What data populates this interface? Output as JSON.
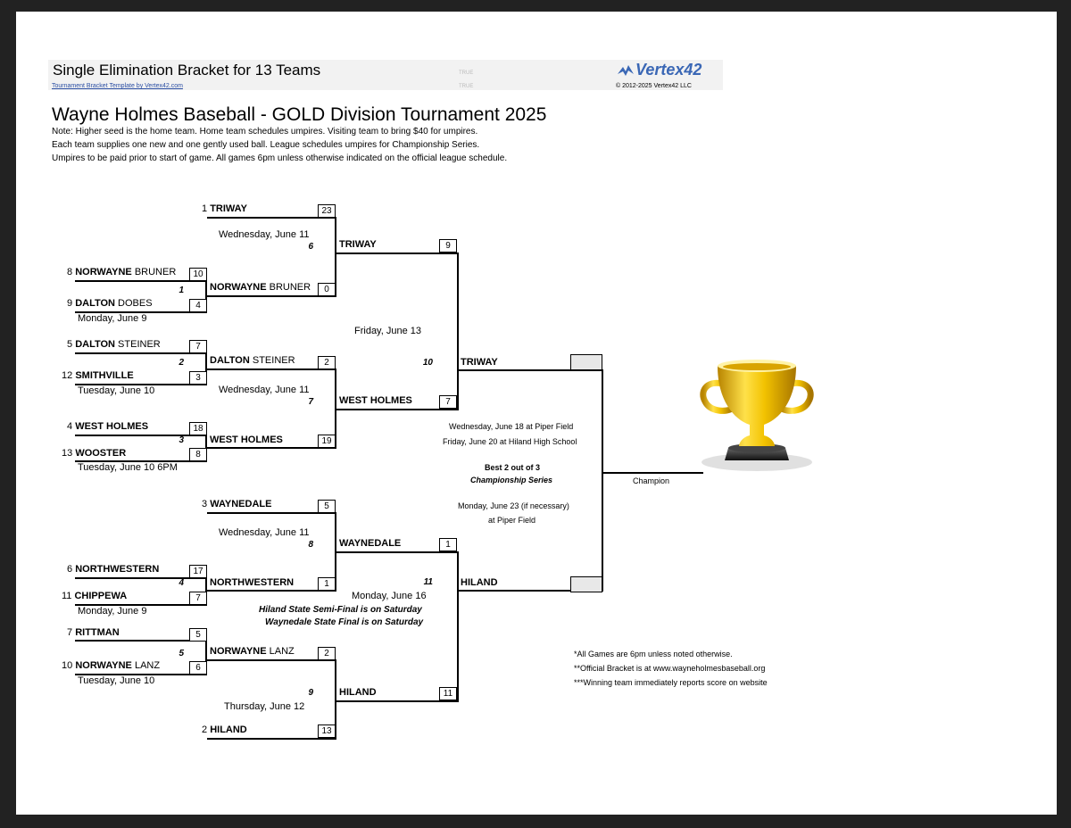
{
  "header": {
    "title": "Single Elimination Bracket for 13 Teams",
    "link": "Tournament Bracket Template by Vertex42.com",
    "true_label": "TRUE",
    "logo_text": "Vertex42",
    "copyright": "© 2012-2025 Vertex42 LLC"
  },
  "tournament": {
    "title": "Wayne Holmes Baseball - GOLD Division Tournament 2025",
    "notes": [
      "Note: Higher seed is the home team.  Home team schedules umpires.  Visiting team to bring $40 for umpires.",
      "Each team supplies one new and one gently used ball.  League schedules umpires for Championship Series.",
      "Umpires to be paid prior to start of game.  All games 6pm unless otherwise indicated on the official league schedule."
    ]
  },
  "round1": {
    "t8": {
      "seed": "8",
      "name": "NORWAYNE",
      "sub": " BRUNER",
      "score": "10"
    },
    "t9": {
      "seed": "9",
      "name": "DALTON",
      "sub": " DOBES",
      "score": "4"
    },
    "g1": {
      "num": "1",
      "date": "Monday, June 9"
    },
    "t5": {
      "seed": "5",
      "name": "DALTON",
      "sub": " STEINER",
      "score": "7"
    },
    "t12": {
      "seed": "12",
      "name": "SMITHVILLE",
      "sub": "",
      "score": "3"
    },
    "g2": {
      "num": "2",
      "date": "Tuesday, June 10"
    },
    "t4": {
      "seed": "4",
      "name": "WEST HOLMES",
      "sub": "",
      "score": "18"
    },
    "t13": {
      "seed": "13",
      "name": "WOOSTER",
      "sub": "",
      "score": "8"
    },
    "g3": {
      "num": "3",
      "date": "Tuesday, June 10 6PM"
    },
    "t6": {
      "seed": "6",
      "name": "NORTHWESTERN",
      "sub": "",
      "score": "17"
    },
    "t11": {
      "seed": "11",
      "name": "CHIPPEWA",
      "sub": "",
      "score": "7"
    },
    "g4": {
      "num": "4",
      "date": "Monday, June 9"
    },
    "t7": {
      "seed": "7",
      "name": "RITTMAN",
      "sub": "",
      "score": "5"
    },
    "t10": {
      "seed": "10",
      "name": "NORWAYNE",
      "sub": " LANZ",
      "score": "6"
    },
    "g5": {
      "num": "5",
      "date": "Tuesday, June 10"
    }
  },
  "round2": {
    "t1": {
      "seed": "1",
      "name": "TRIWAY",
      "score": "23"
    },
    "w1": {
      "name": "NORWAYNE",
      "sub": " BRUNER",
      "score": "0"
    },
    "g6": {
      "num": "6",
      "date": "Wednesday, June 11"
    },
    "w2": {
      "name": "DALTON",
      "sub": " STEINER",
      "score": "2"
    },
    "w3": {
      "name": "WEST HOLMES",
      "score": "19"
    },
    "g7": {
      "num": "7",
      "date": "Wednesday, June 11"
    },
    "t3": {
      "seed": "3",
      "name": "WAYNEDALE",
      "score": "5"
    },
    "w4": {
      "name": "NORTHWESTERN",
      "score": "1"
    },
    "g8": {
      "num": "8",
      "date": "Wednesday, June 11"
    },
    "w5": {
      "name": "NORWAYNE",
      "sub": " LANZ",
      "score": "2"
    },
    "t2": {
      "seed": "2",
      "name": "HILAND",
      "score": "13"
    },
    "g9": {
      "num": "9",
      "date": "Thursday, June 12"
    }
  },
  "round3": {
    "w6": {
      "name": "TRIWAY",
      "score": "9"
    },
    "w7": {
      "name": "WEST HOLMES",
      "score": "7"
    },
    "g10": {
      "num": "10",
      "date": "Friday, June 13"
    },
    "w8": {
      "name": "WAYNEDALE",
      "score": "1"
    },
    "w9": {
      "name": "HILAND",
      "score": "11"
    },
    "g11": {
      "num": "11",
      "date": "Monday, June 16"
    },
    "note1": "Hiland State Semi-Final is on Saturday",
    "note2": "Waynedale State Final is on Saturday"
  },
  "final": {
    "w10": {
      "name": "TRIWAY",
      "score": ""
    },
    "w11": {
      "name": "HILAND",
      "score": ""
    },
    "sched1": "Wednesday, June 18 at Piper Field",
    "sched2": "Friday, June 20 at Hiland High School",
    "best": "Best 2 out of 3",
    "series": "Championship Series",
    "sched3": "Monday, June 23 (if necessary)",
    "sched4": "at Piper Field",
    "champion_label": "Champion"
  },
  "footnotes": [
    "*All Games are 6pm unless noted otherwise.",
    "**Official Bracket is at www.wayneholmesbaseball.org",
    "***Winning team immediately reports score on website"
  ],
  "colors": {
    "trophy_gold": "#f2c200",
    "link_blue": "#2a4ea3",
    "logo_blue": "#3a67b5"
  }
}
